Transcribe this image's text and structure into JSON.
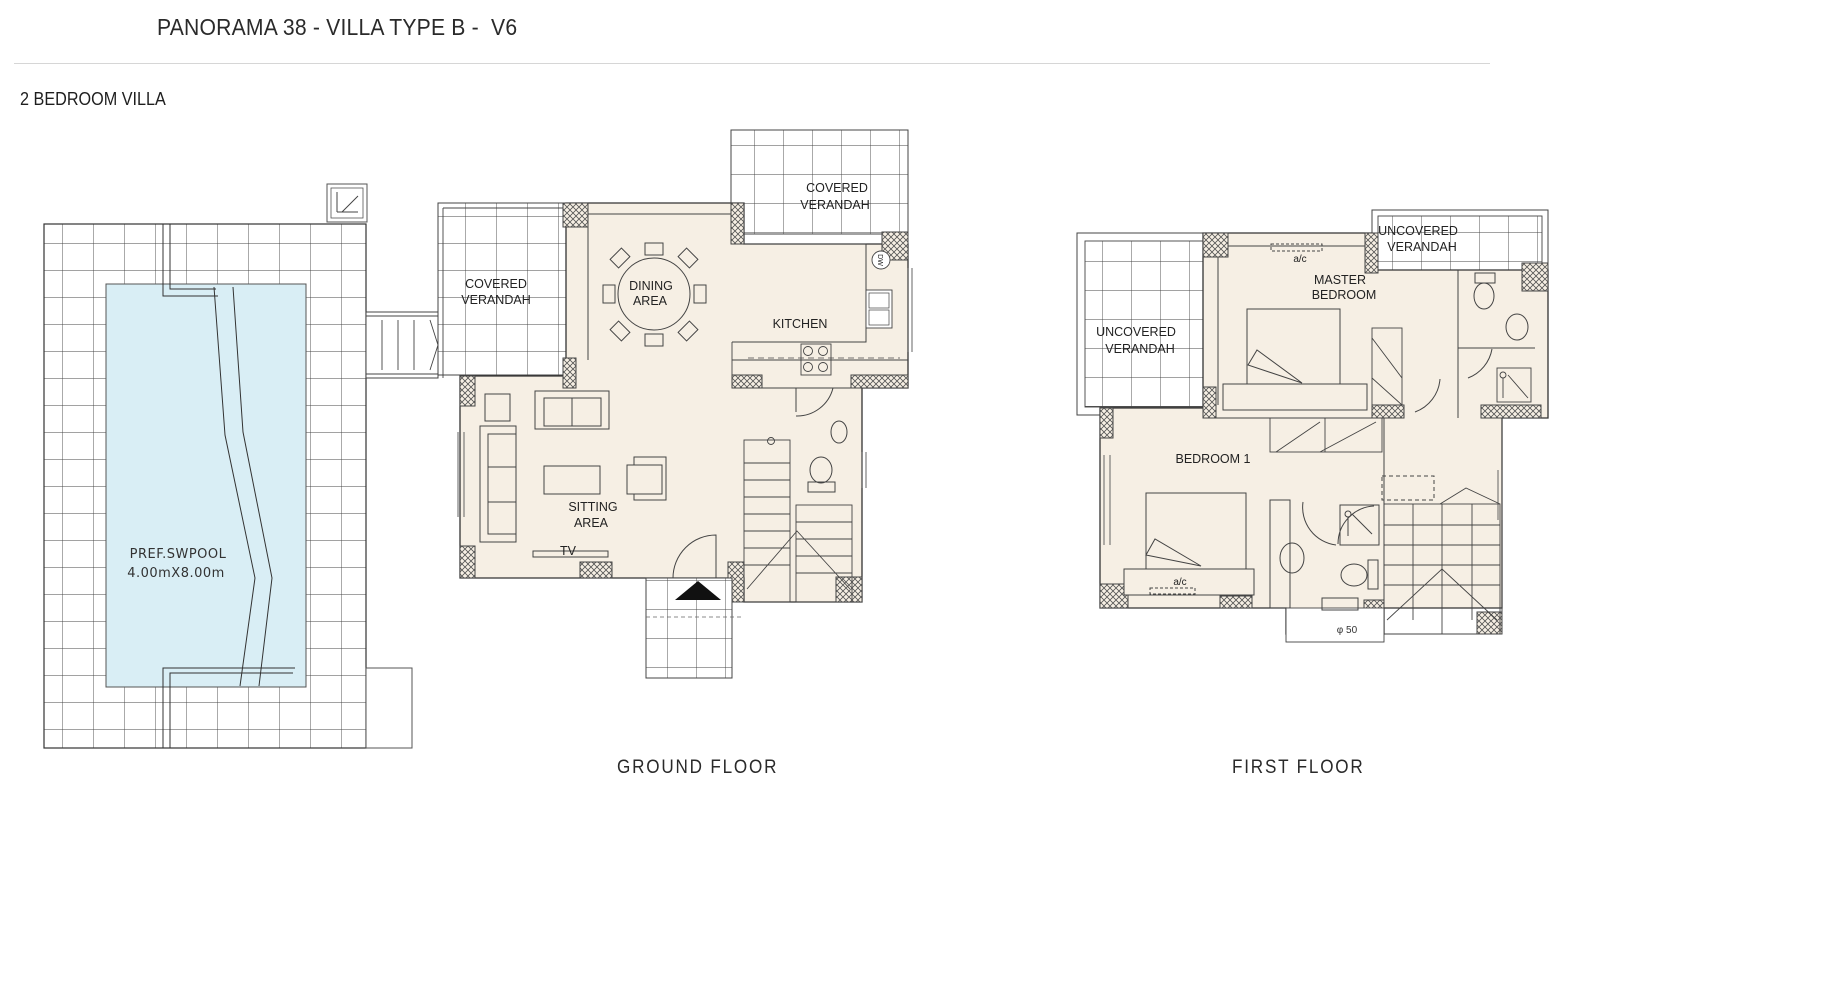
{
  "header": {
    "title": "PANORAMA 38 - VILLA TYPE B -  V6",
    "subtitle": "2 BEDROOM VILLA"
  },
  "colors": {
    "floor_fill": "#f6efe4",
    "pool_fill": "#d9eef5",
    "line": "#3a3a3a",
    "rule": "#d6d6d6"
  },
  "ground_floor": {
    "label": "GROUND FLOOR",
    "rooms": {
      "pool": {
        "name": "PREF.SWPOOL",
        "size": "4.00mX8.00m"
      },
      "covered_verandah_left": {
        "line1": "COVERED",
        "line2": "VERANDAH"
      },
      "covered_verandah_top": {
        "line1": "COVERED",
        "line2": "VERANDAH"
      },
      "dining": {
        "line1": "DINING",
        "line2": "AREA"
      },
      "kitchen": {
        "line1": "KITCHEN"
      },
      "sitting": {
        "line1": "SITTING",
        "line2": "AREA"
      },
      "tv": "TV",
      "dishwasher": "DW"
    }
  },
  "first_floor": {
    "label": "FIRST FLOOR",
    "rooms": {
      "uncovered_verandah_left": {
        "line1": "UNCOVERED",
        "line2": "VERANDAH"
      },
      "uncovered_verandah_top": {
        "line1": "UNCOVERED",
        "line2": "VERANDAH"
      },
      "master_bedroom": {
        "line1": "MASTER",
        "line2": "BEDROOM"
      },
      "bedroom1": {
        "line1": "BEDROOM 1"
      },
      "ac_master": "a/c",
      "ac_bedroom1": "a/c",
      "heater_note": "φ 50"
    }
  }
}
